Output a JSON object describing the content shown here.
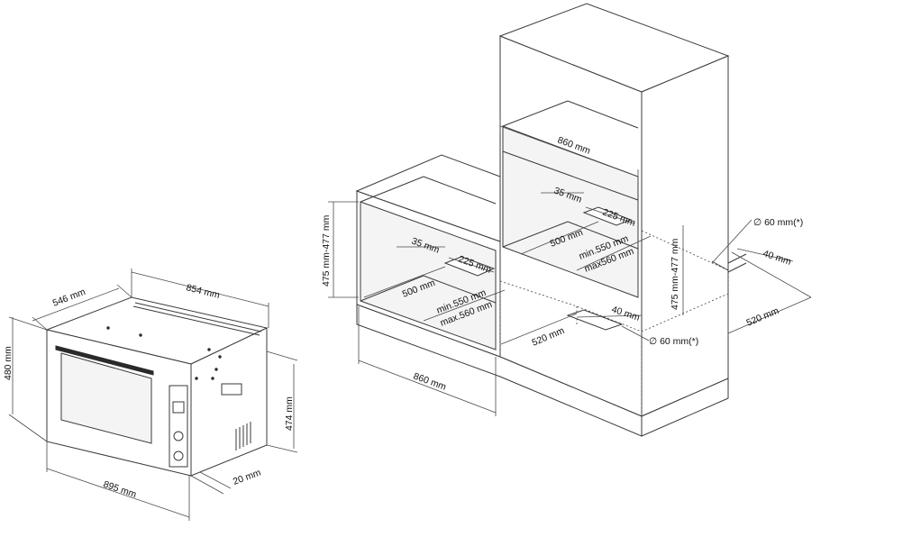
{
  "oven": {
    "depth": "546 mm",
    "width_top": "854 mm",
    "height": "480 mm",
    "body_height": "474 mm",
    "width_bottom": "895 mm",
    "door_projection": "20 mm"
  },
  "base_unit": {
    "niche_height": "475 mm-477 mm",
    "offset": "35 mm",
    "vent_length": "225 mm",
    "depth": "500 mm",
    "min_depth": "min.550 mm",
    "max_depth": "max.560 mm",
    "vent_depth": "40 mm",
    "rear_depth": "520 mm",
    "hole": "60 mm(*)",
    "width": "860 mm"
  },
  "tall_unit": {
    "width": "860 mm",
    "offset": "35 mm",
    "vent_length": "225 mm",
    "depth": "500 mm",
    "min_depth": "min.550 mm",
    "max_depth": "max560 mm",
    "niche_height": "475 mm-477 mm",
    "hole": "60 mm(*)",
    "vent_depth": "40 mm",
    "rear_depth": "520 mm"
  }
}
